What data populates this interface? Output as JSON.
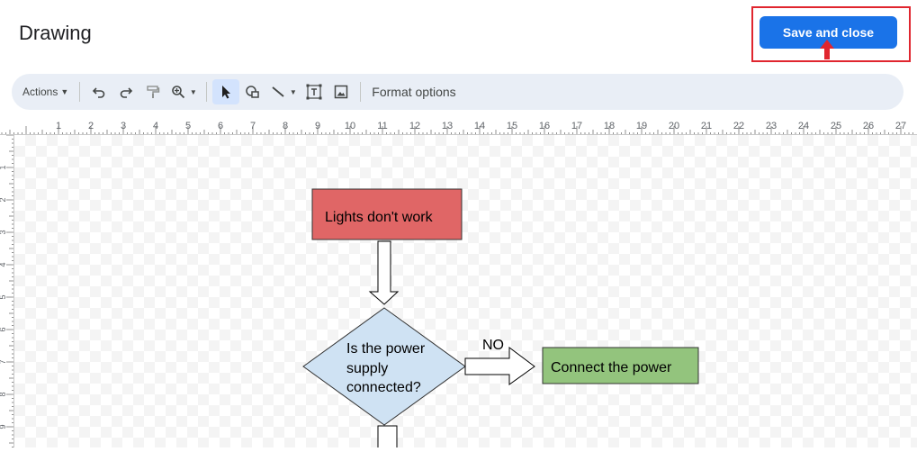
{
  "header": {
    "title": "Drawing",
    "save_label": "Save and close"
  },
  "toolbar": {
    "actions_label": "Actions",
    "format_options_label": "Format options",
    "tools": [
      {
        "icon": "undo-icon"
      },
      {
        "icon": "redo-icon"
      },
      {
        "icon": "paint-format-icon"
      },
      {
        "icon": "zoom-icon"
      },
      {
        "icon": "select-arrow-icon",
        "active": true
      },
      {
        "icon": "shape-icon"
      },
      {
        "icon": "line-icon"
      },
      {
        "icon": "text-box-icon"
      },
      {
        "icon": "image-icon"
      }
    ]
  },
  "ruler": {
    "horizontal_numbers": [
      "1",
      "2",
      "3",
      "4",
      "5",
      "6",
      "7",
      "8",
      "9",
      "10",
      "11",
      "12",
      "13",
      "14",
      "15",
      "16",
      "17",
      "18",
      "19",
      "20",
      "21",
      "22",
      "23",
      "24",
      "25",
      "26",
      "27"
    ],
    "vertical_numbers": [
      "1",
      "2",
      "3",
      "4",
      "5",
      "6",
      "7",
      "8",
      "9"
    ]
  },
  "flowchart": {
    "start_label": "Lights don't work",
    "decision_line1": "Is the power",
    "decision_line2": "supply",
    "decision_line3": "connected?",
    "no_label": "NO",
    "action_label": "Connect the power"
  },
  "colors": {
    "save_button": "#1a73e8",
    "highlight": "#e0262f",
    "start_box": "#e06666",
    "decision": "#cfe2f3",
    "action_box": "#93c47d"
  }
}
